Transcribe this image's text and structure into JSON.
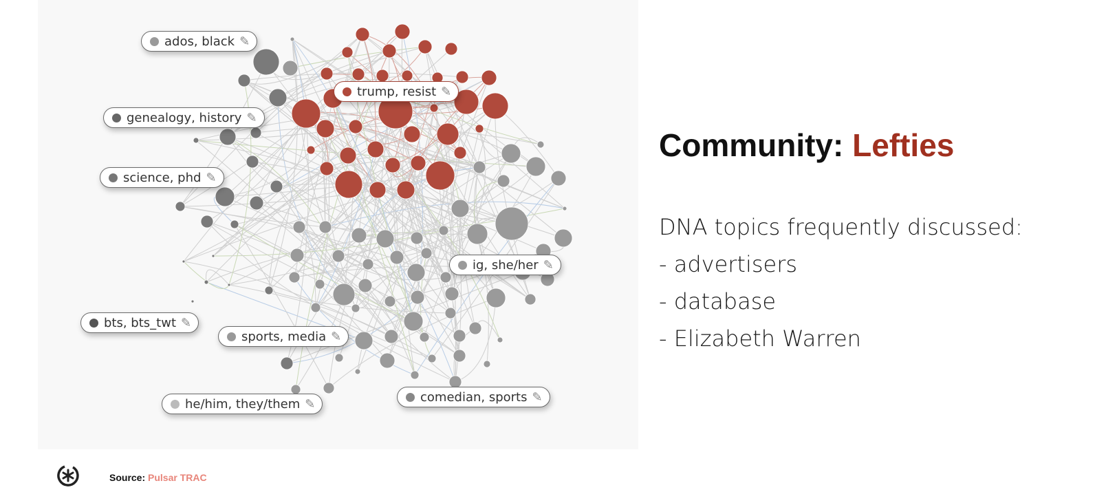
{
  "network": {
    "labels": [
      {
        "text": "ados, black",
        "dot_color": "#9a9a9a"
      },
      {
        "text": "trump, resist",
        "dot_color": "#b04a3c"
      },
      {
        "text": "genealogy, history",
        "dot_color": "#666666"
      },
      {
        "text": "science, phd",
        "dot_color": "#777777"
      },
      {
        "text": "ig, she/her",
        "dot_color": "#9a9a9a"
      },
      {
        "text": "bts, bts_twt",
        "dot_color": "#555555"
      },
      {
        "text": "sports, media",
        "dot_color": "#999999"
      },
      {
        "text": "he/him, they/them",
        "dot_color": "#bbbbbb"
      },
      {
        "text": "comedian, sports",
        "dot_color": "#888888"
      }
    ],
    "edit_icon": "pencil-icon",
    "highlight_color": "#b04a3c",
    "node_color": "#9a9a9a"
  },
  "heading": {
    "prefix": "Community: ",
    "community": "Lefties",
    "accent_color": "#a0301f"
  },
  "topics": {
    "intro": "DNA topics frequently discussed:",
    "items": [
      "- advertisers",
      "- database",
      "- Elizabeth Warren"
    ]
  },
  "footer": {
    "source_label": "Source:",
    "source_value": "Pulsar TRAC",
    "logo": "pulsar-logo-icon"
  }
}
